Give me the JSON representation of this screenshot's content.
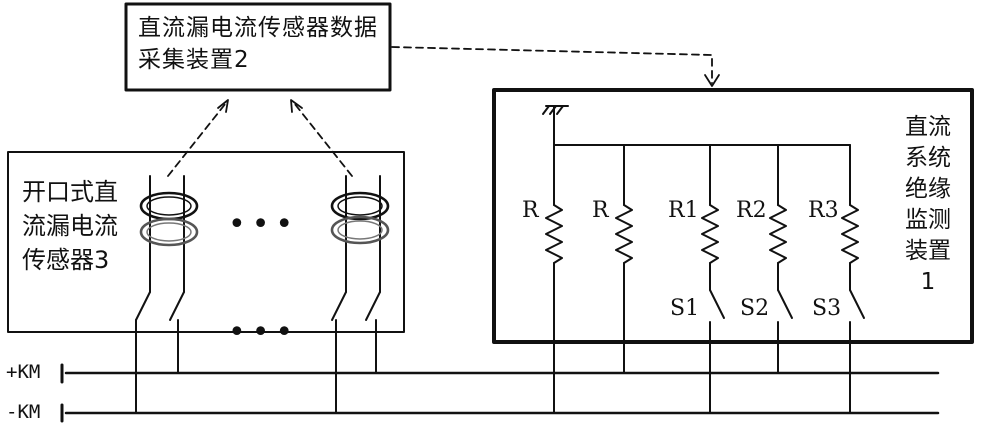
{
  "collector": {
    "title": "直流漏电流传感器数据采集装置2"
  },
  "sensor": {
    "title": "开口式直流漏电流传感器3"
  },
  "monitor": {
    "title": "直流系统绝缘监测装置1"
  },
  "resistors": [
    "R",
    "R",
    "R1",
    "R2",
    "R3"
  ],
  "switches": [
    "S1",
    "S2",
    "S3"
  ],
  "buses": {
    "positive": "+KM",
    "negative": "-KM"
  },
  "ellipsis": "•••"
}
